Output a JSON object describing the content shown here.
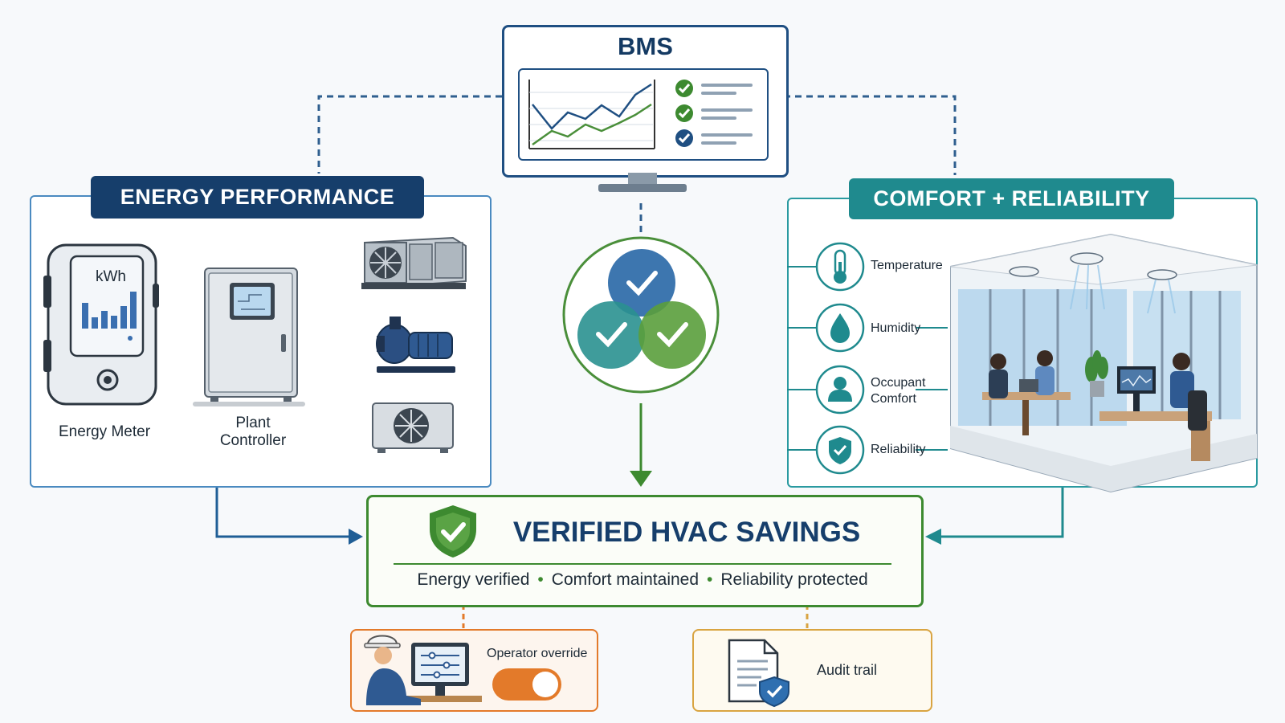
{
  "bms": {
    "title": "BMS"
  },
  "energy": {
    "title": "ENERGY PERFORMANCE",
    "meter_unit": "kWh",
    "meter_label": "Energy Meter",
    "controller_label_line1": "Plant",
    "controller_label_line2": "Controller"
  },
  "comfort": {
    "title": "COMFORT + RELIABILITY",
    "items": [
      {
        "label": "Temperature",
        "icon": "thermometer-icon"
      },
      {
        "label": "Humidity",
        "icon": "water-drop-icon"
      },
      {
        "label_line1": "Occupant",
        "label_line2": "Comfort",
        "icon": "person-icon"
      },
      {
        "label": "Reliability",
        "icon": "shield-check-icon"
      }
    ]
  },
  "result": {
    "title": "VERIFIED HVAC SAVINGS",
    "points": [
      "Energy verified",
      "Comfort maintained",
      "Reliability protected"
    ],
    "separator": "•"
  },
  "controls": {
    "override_label": "Operator override",
    "audit_label": "Audit trail"
  },
  "colors": {
    "navy": "#163e6b",
    "teal": "#1f8a8e",
    "green": "#4a8f3a",
    "orange": "#e37a2a",
    "gold": "#d9a441"
  }
}
